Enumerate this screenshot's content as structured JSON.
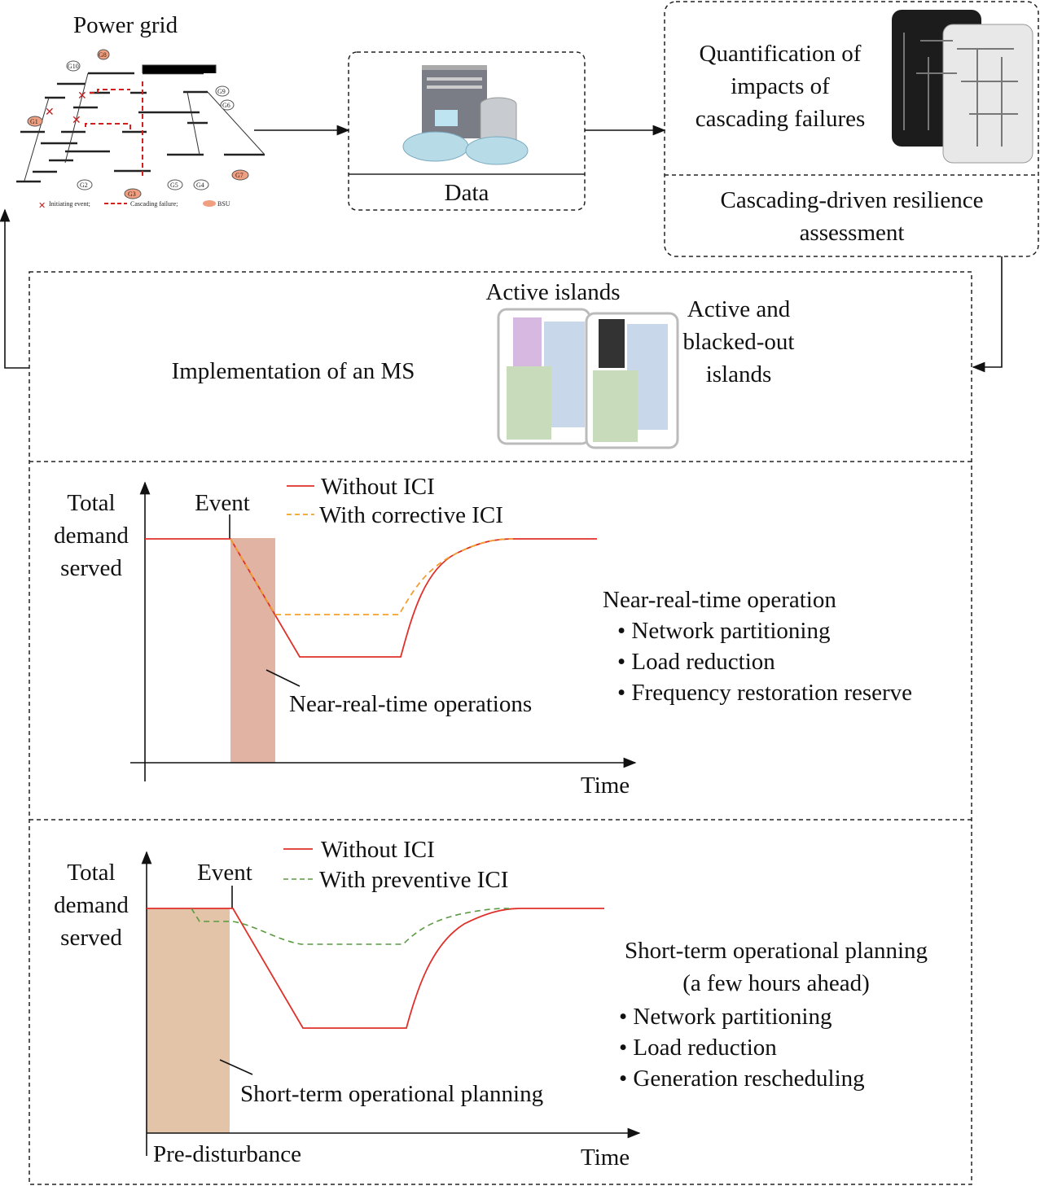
{
  "grid": {
    "title": "Power grid",
    "legend": {
      "initiating": "Initiating event;",
      "cascading": "Cascading failure;",
      "bsu": "BSU"
    },
    "generators": [
      "G1",
      "G2",
      "G3",
      "G4",
      "G5",
      "G6",
      "G7",
      "G8",
      "G9",
      "G10"
    ]
  },
  "data_box": {
    "label": "Data"
  },
  "quant_box": {
    "lines": [
      "Quantification of",
      "impacts of",
      "cascading failures"
    ]
  },
  "resilience_box": {
    "lines": [
      "Cascading-driven resilience",
      "assessment"
    ]
  },
  "ms_panel": {
    "label": "Implementation of an MS",
    "active_islands": "Active islands",
    "blacked_out": [
      "Active and",
      "blacked-out",
      "islands"
    ]
  },
  "chart_data": [
    {
      "type": "line",
      "ylabel": [
        "Total",
        "demand",
        "served"
      ],
      "xlabel": "Time",
      "event_label": "Event",
      "series": [
        {
          "name": "Without ICI",
          "color": "#e0302a",
          "style": "solid"
        },
        {
          "name": "With corrective ICI",
          "color": "#f0a030",
          "style": "dashed"
        }
      ],
      "shaded_label": "Near-real-time operations",
      "shade_color": "#e0b3a3",
      "description_title": "Near-real-time operation",
      "bullets": [
        "Network partitioning",
        "Load reduction",
        "Frequency restoration reserve"
      ]
    },
    {
      "type": "line",
      "ylabel": [
        "Total",
        "demand",
        "served"
      ],
      "xlabel": "Time",
      "event_label": "Event",
      "series": [
        {
          "name": "Without ICI",
          "color": "#e0302a",
          "style": "solid"
        },
        {
          "name": "With preventive ICI",
          "color": "#5a9a40",
          "style": "dashed"
        }
      ],
      "shaded_label": "Short-term operational planning",
      "shade_color": "#e3c4a8",
      "pre_label": "Pre-disturbance",
      "description_title": [
        "Short-term operational planning",
        "(a few hours ahead)"
      ],
      "bullets": [
        "Network partitioning",
        "Load reduction",
        "Generation rescheduling"
      ]
    }
  ]
}
